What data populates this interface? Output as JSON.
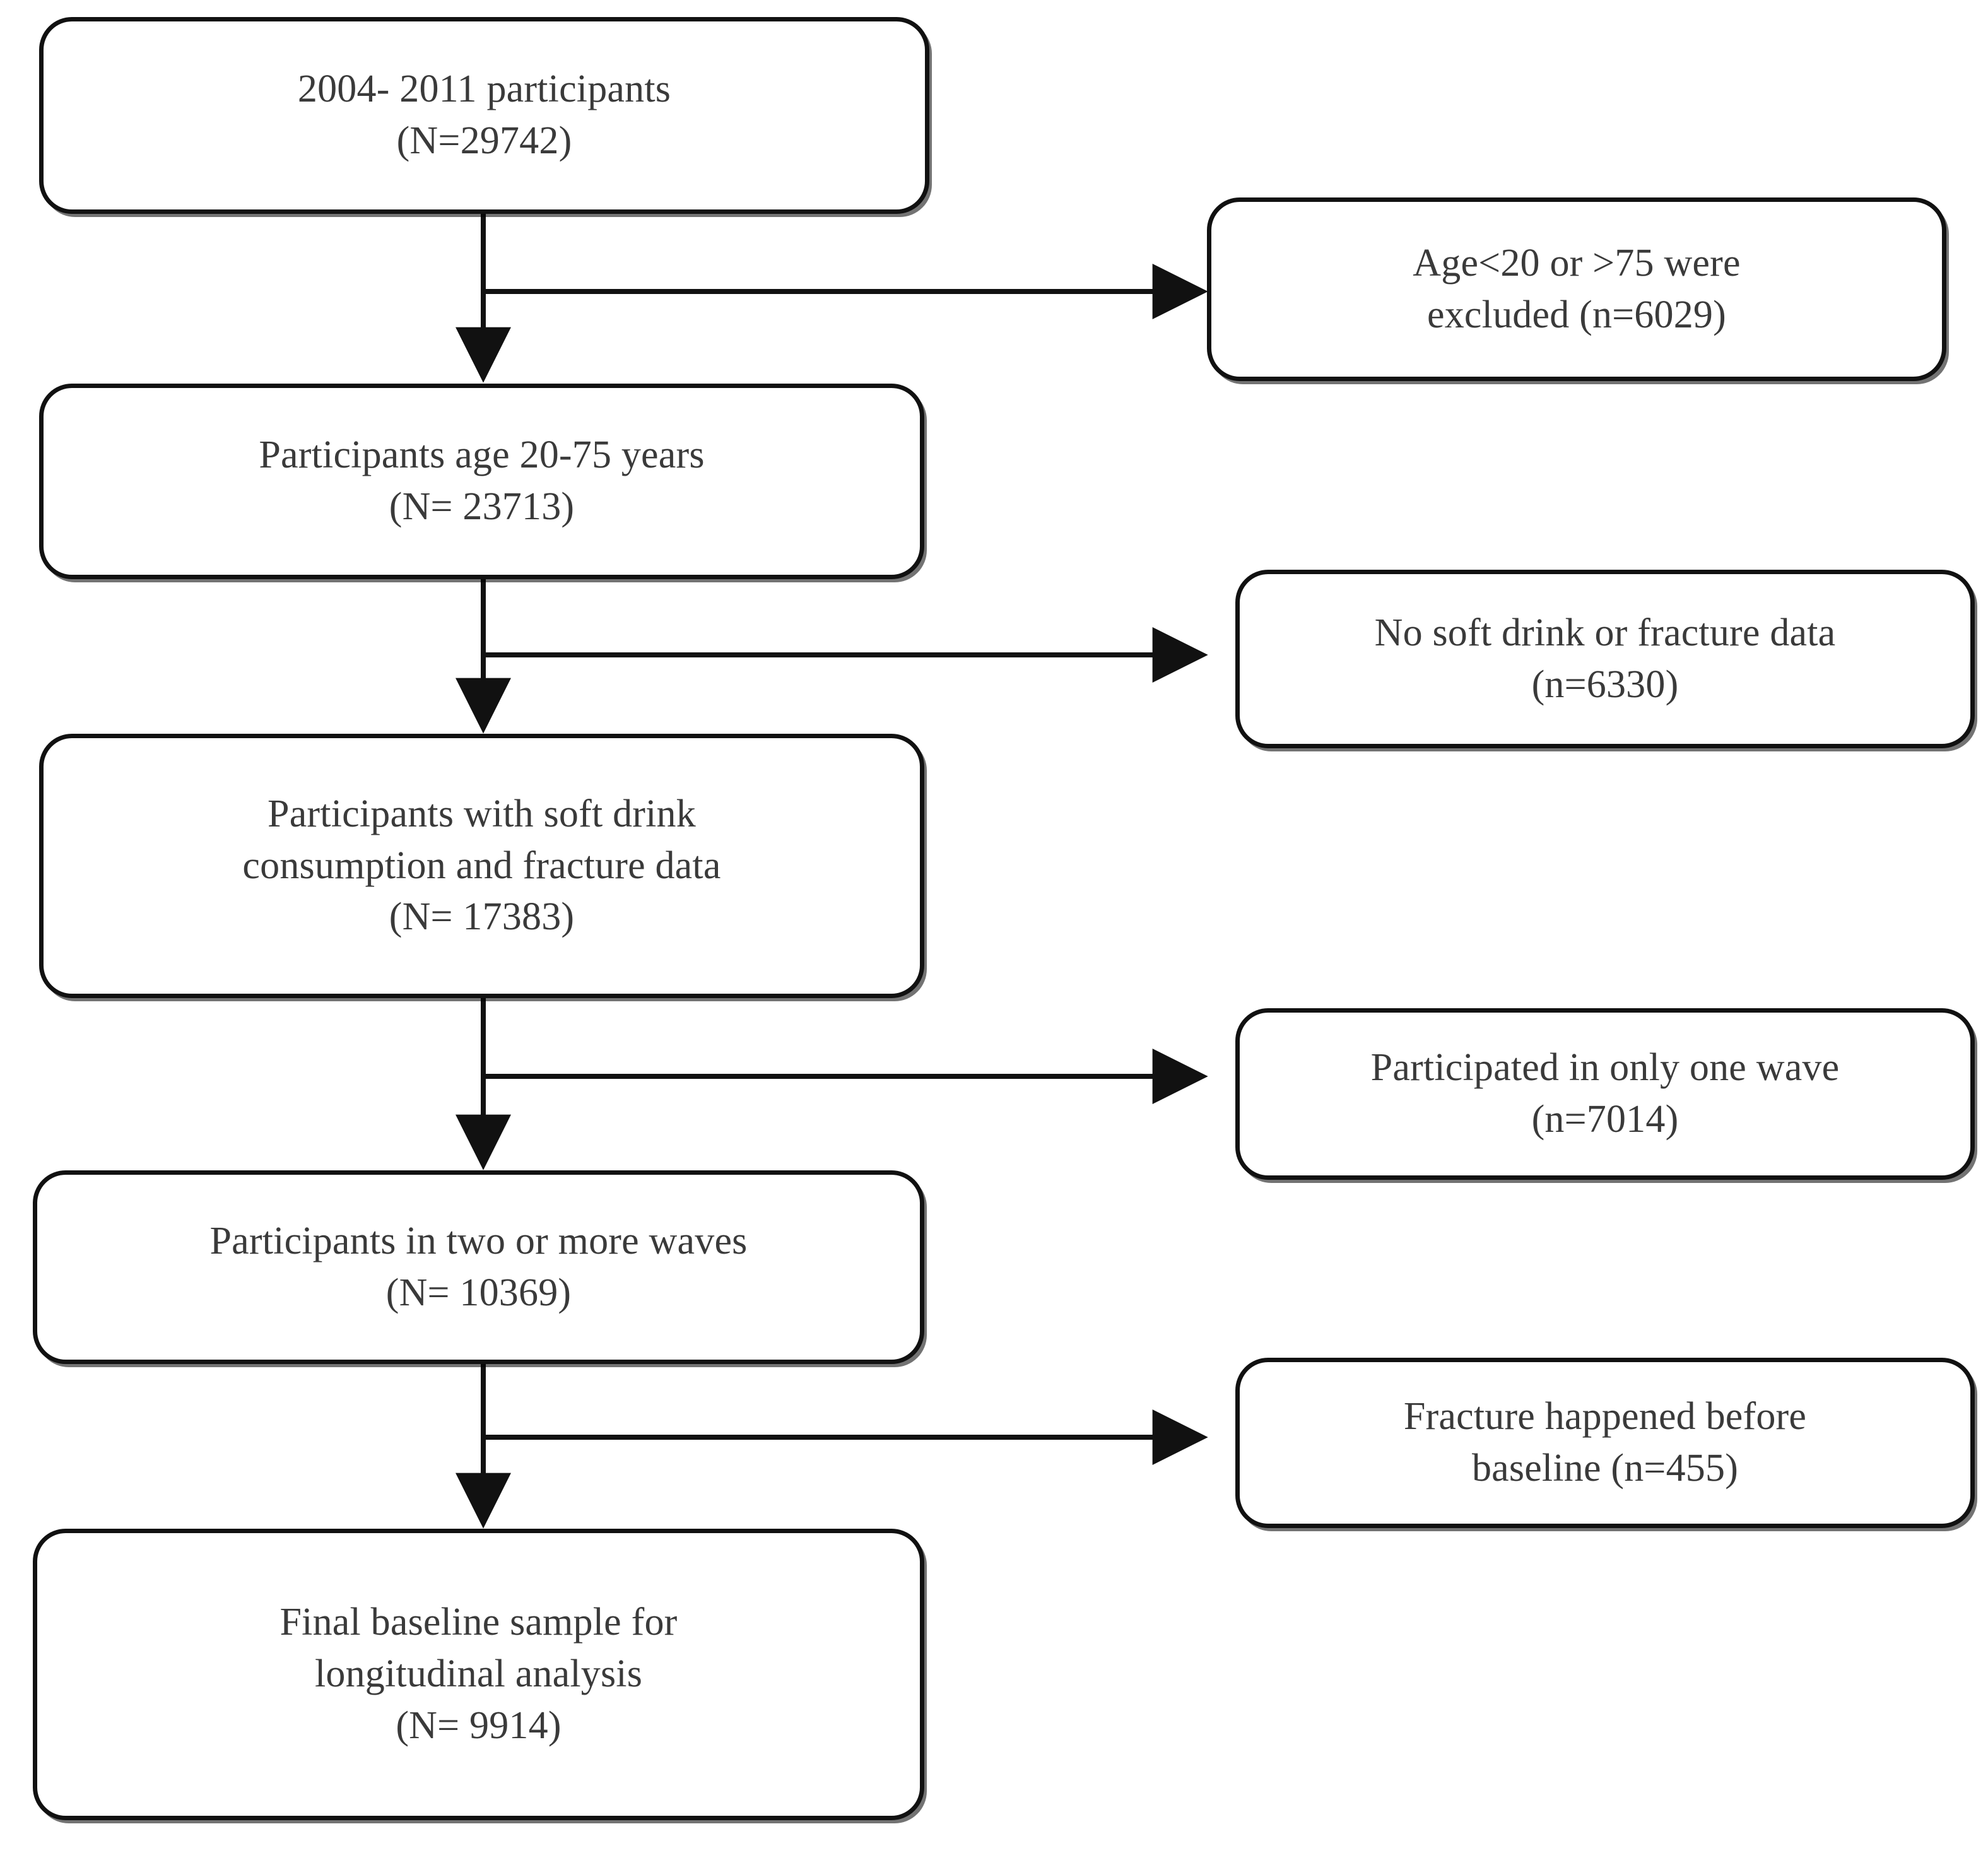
{
  "diagram": {
    "title": "Participant selection flow chart",
    "type": "flowchart",
    "orientation": "top-to-bottom with right-side exclusion branches",
    "colors": {
      "box_border": "#111111",
      "box_fill": "#ffffff",
      "text": "#3a3a3a",
      "arrow": "#111111"
    },
    "main_nodes": [
      {
        "id": "n1",
        "name": "source-population",
        "lines": [
          "2004- 2011 participants",
          "(N=29742)"
        ],
        "text": "2004- 2011 participants\n(N=29742)",
        "count": 29742,
        "count_label": "N=29742"
      },
      {
        "id": "n2",
        "name": "age-eligible",
        "lines": [
          "Participants age 20-75 years",
          "(N= 23713)"
        ],
        "text": "Participants age 20-75 years\n(N= 23713)",
        "count": 23713,
        "count_label": "N= 23713"
      },
      {
        "id": "n3",
        "name": "with-exposure-and-outcome-data",
        "lines": [
          "Participants with soft drink",
          "consumption and fracture data",
          "(N= 17383)"
        ],
        "text": "Participants with soft drink\nconsumption and fracture data\n(N= 17383)",
        "count": 17383,
        "count_label": "N= 17383"
      },
      {
        "id": "n4",
        "name": "two-or-more-waves",
        "lines": [
          "Participants in two or more waves",
          "(N= 10369)"
        ],
        "text": "Participants in two or more waves\n(N= 10369)",
        "count": 10369,
        "count_label": "N= 10369"
      },
      {
        "id": "n5",
        "name": "final-analytic-sample",
        "lines": [
          "Final baseline sample for",
          "longitudinal analysis",
          "(N= 9914)"
        ],
        "text": "Final baseline sample for\nlongitudinal analysis\n(N= 9914)",
        "count": 9914,
        "count_label": "N= 9914"
      }
    ],
    "exclusion_nodes": [
      {
        "id": "e1",
        "name": "exclusion-age",
        "lines": [
          "Age<20 or >75 were",
          "excluded (n=6029)"
        ],
        "text": "Age<20 or >75 were\nexcluded (n=6029)",
        "count": 6029,
        "count_label": "n=6029"
      },
      {
        "id": "e2",
        "name": "exclusion-missing-data",
        "lines": [
          "No soft drink or fracture data",
          "(n=6330)"
        ],
        "text": "No soft drink or fracture data\n(n=6330)",
        "count": 6330,
        "count_label": "n=6330"
      },
      {
        "id": "e3",
        "name": "exclusion-single-wave",
        "lines": [
          "Participated in only one wave",
          "(n=7014)"
        ],
        "text": "Participated in only one wave\n(n=7014)",
        "count": 7014,
        "count_label": "n=7014"
      },
      {
        "id": "e4",
        "name": "exclusion-prevalent-fracture",
        "lines": [
          "Fracture happened before",
          "baseline (n=455)"
        ],
        "text": "Fracture happened before\nbaseline (n=455)",
        "count": 455,
        "count_label": "n=455"
      }
    ],
    "edges": [
      {
        "from": "n1",
        "to": "n2",
        "kind": "flow-down"
      },
      {
        "from": "n1",
        "to": "e1",
        "kind": "exclusion-branch-right"
      },
      {
        "from": "n2",
        "to": "n3",
        "kind": "flow-down"
      },
      {
        "from": "n2",
        "to": "e2",
        "kind": "exclusion-branch-right"
      },
      {
        "from": "n3",
        "to": "n4",
        "kind": "flow-down"
      },
      {
        "from": "n3",
        "to": "e3",
        "kind": "exclusion-branch-right"
      },
      {
        "from": "n4",
        "to": "n5",
        "kind": "flow-down"
      },
      {
        "from": "n4",
        "to": "e4",
        "kind": "exclusion-branch-right"
      }
    ]
  }
}
